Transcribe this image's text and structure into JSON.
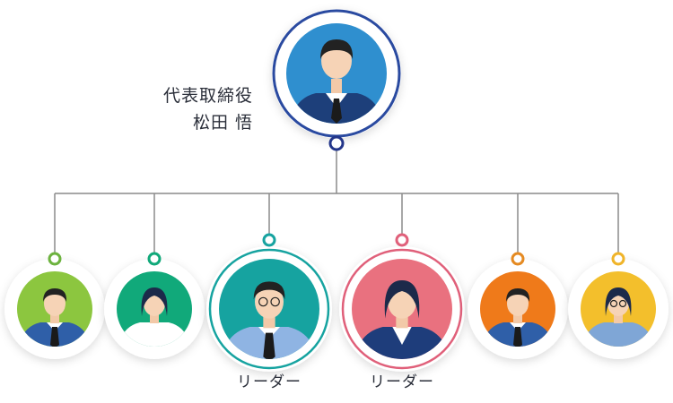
{
  "ceo": {
    "role": "代表取締役",
    "name": "松田 悟",
    "color": "#2f8fcf",
    "ring": "#23368a"
  },
  "members": [
    {
      "id": "m1",
      "label": "",
      "color": "#8cc63f",
      "node": "#6db33f",
      "avatar": "male-tie"
    },
    {
      "id": "m2",
      "label": "",
      "color": "#11a97a",
      "node": "#11a97a",
      "avatar": "female"
    },
    {
      "id": "m3",
      "label": "リーダー",
      "color": "#16a3a0",
      "node": "#16a3a0",
      "avatar": "male-glasses-tie"
    },
    {
      "id": "m4",
      "label": "リーダー",
      "color": "#e9717f",
      "node": "#e0607a",
      "avatar": "female-suit"
    },
    {
      "id": "m5",
      "label": "",
      "color": "#ef7a1a",
      "node": "#e58a22",
      "avatar": "male-tie"
    },
    {
      "id": "m6",
      "label": "",
      "color": "#f3bf2c",
      "node": "#f0b429",
      "avatar": "female-glasses"
    }
  ]
}
